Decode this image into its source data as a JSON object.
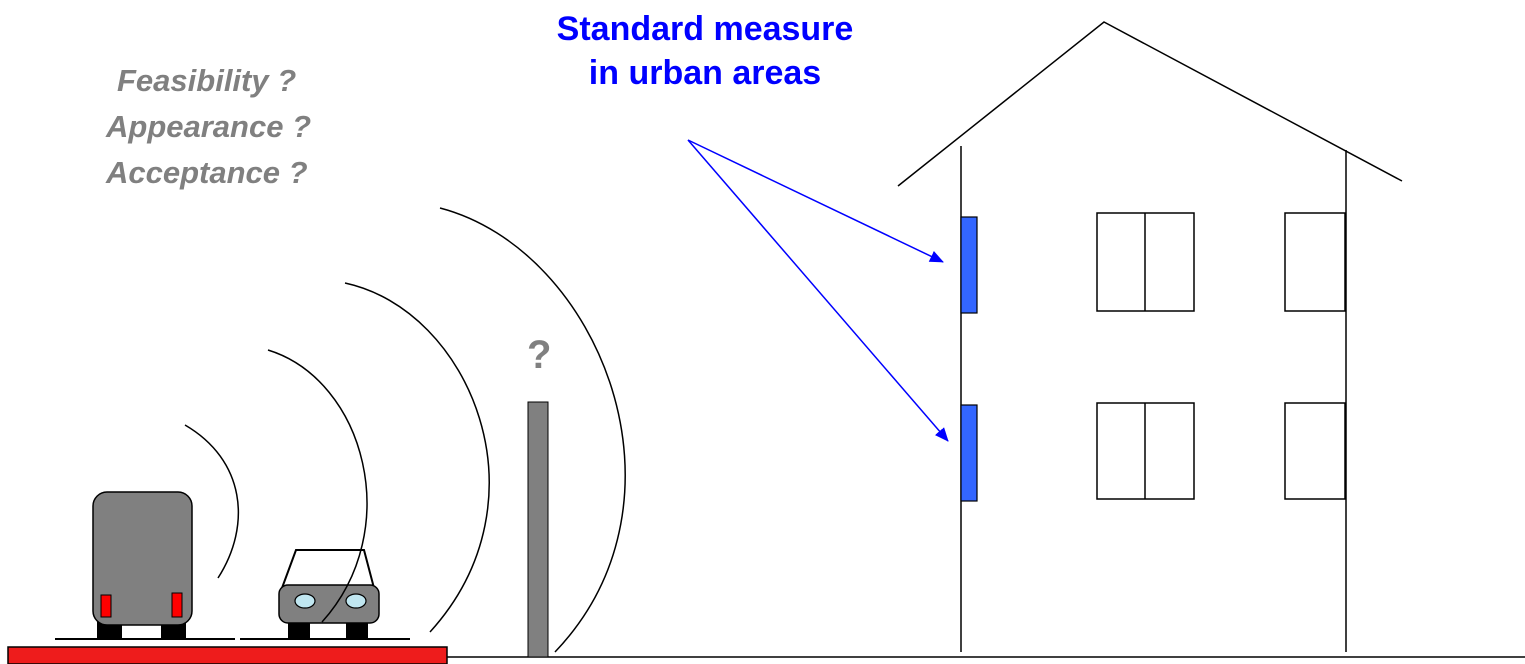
{
  "questions": {
    "feasibility": "Feasibility ?",
    "appearance": "Appearance ?",
    "acceptance": "Acceptance ?"
  },
  "barrier_question": "?",
  "callout": {
    "line1": "Standard measure",
    "line2": "in urban areas"
  },
  "colors": {
    "question_text": "#808080",
    "callout_text": "#0000ff",
    "facade_panel": "#3366ff",
    "road": "#ee1c1c",
    "vehicle_body": "#808080",
    "tail_lights": "#ff0000",
    "barrier": "#808080"
  }
}
